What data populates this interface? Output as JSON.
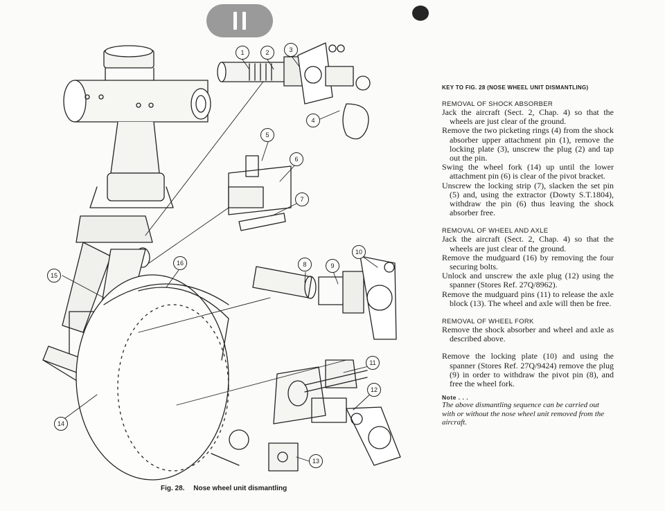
{
  "viewer": {
    "pause_icon": "pause-icon"
  },
  "figure": {
    "callouts": [
      "1",
      "2",
      "3",
      "4",
      "5",
      "6",
      "7",
      "8",
      "9",
      "10",
      "11",
      "12",
      "13",
      "14",
      "15",
      "16"
    ],
    "caption_number": "Fig. 28.",
    "caption_text": "Nose wheel unit dismantling"
  },
  "key": {
    "title": "KEY TO FIG. 28 (NOSE WHEEL UNIT DISMANTLING)",
    "sections": [
      {
        "heading": "REMOVAL OF SHOCK ABSORBER",
        "paragraphs": [
          "Jack the aircraft (Sect. 2, Chap. 4) so that the wheels are just clear of the ground.",
          "Remove the two picketing rings (4) from the shock absorber upper attachment pin (1), remove the locking plate (3), unscrew the plug (2) and tap out the pin.",
          "Swing the wheel fork (14) up until the lower attachment pin (6) is clear of the pivot bracket.",
          "Unscrew the locking strip (7), slacken the set pin (5) and, using the extractor (Dowty S.T.1804), withdraw the pin (6) thus leaving the shock absorber free."
        ]
      },
      {
        "heading": "REMOVAL OF WHEEL AND AXLE",
        "paragraphs": [
          "Jack the aircraft (Sect. 2, Chap. 4) so that the wheels are just clear of the ground.",
          "Remove the mudguard (16) by removing the four securing bolts.",
          "Unlock and unscrew the axle plug (12) using the spanner (Stores Ref. 27Q/8962).",
          "Remove the mudguard pins (11) to release the axle block (13). The wheel and axle will then be free."
        ]
      },
      {
        "heading": "REMOVAL OF WHEEL FORK",
        "paragraphs": [
          "Remove the shock absorber and wheel and axle as described above.",
          "Remove the locking plate (10) and using the spanner (Stores Ref. 27Q/9424) remove the plug (9) in order to withdraw the pivot pin (8), and free the wheel fork."
        ]
      }
    ],
    "note_heading": "Note . . .",
    "note_text": "The above dismantling sequence can be carried out with or without the nose wheel unit removed from the aircraft."
  }
}
